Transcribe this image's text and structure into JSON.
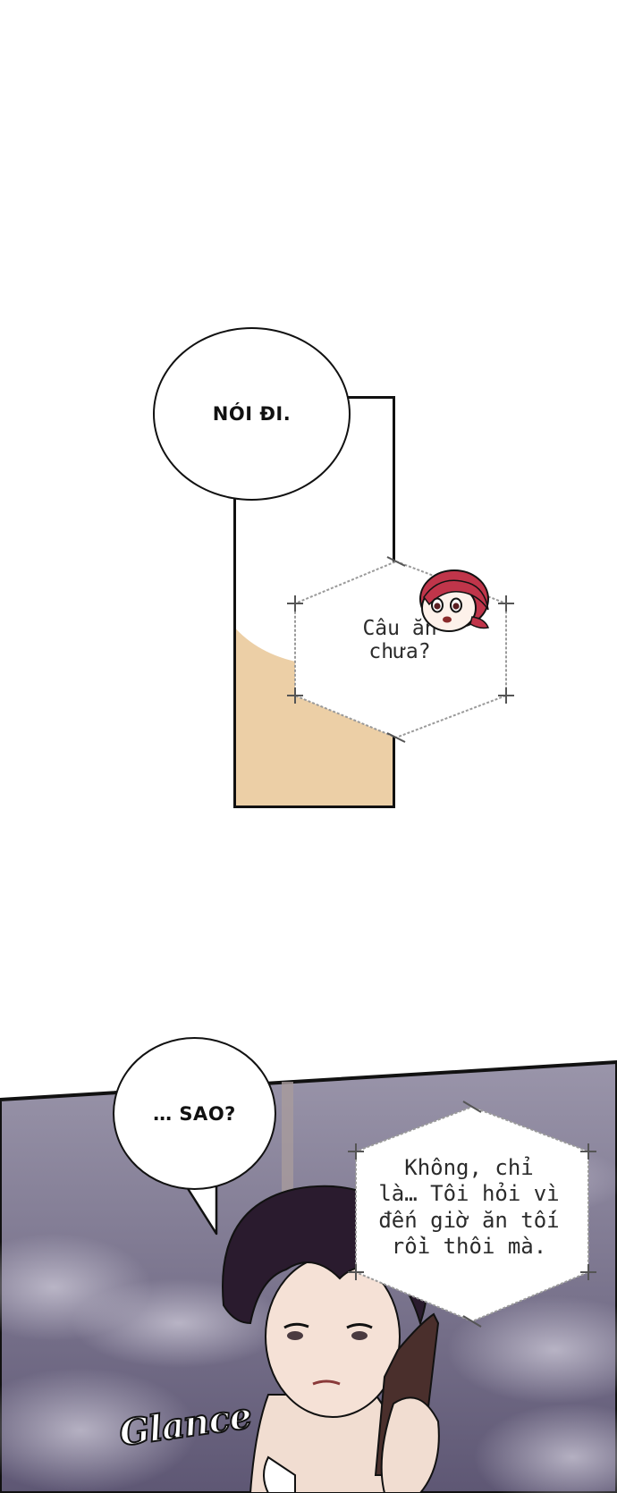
{
  "panel_1": {
    "speech_bubble": "NÓI ĐI.",
    "text_box": [
      "Câu ăn",
      "chưa?"
    ]
  },
  "panel_2": {
    "speech_bubble": "… SAO?",
    "text_box": [
      "Không, chỉ",
      "là… Tôi hỏi vì",
      "đến giờ ăn tối",
      "rồi thôi mà."
    ],
    "sound_effect": "Glance"
  },
  "colors": {
    "panel_tan": "#eccfa6",
    "sky_top": "#9a95aa",
    "sky_bottom": "#5e5774",
    "hair": "#2a1b2e",
    "chibi_hair": "#c0354a"
  }
}
